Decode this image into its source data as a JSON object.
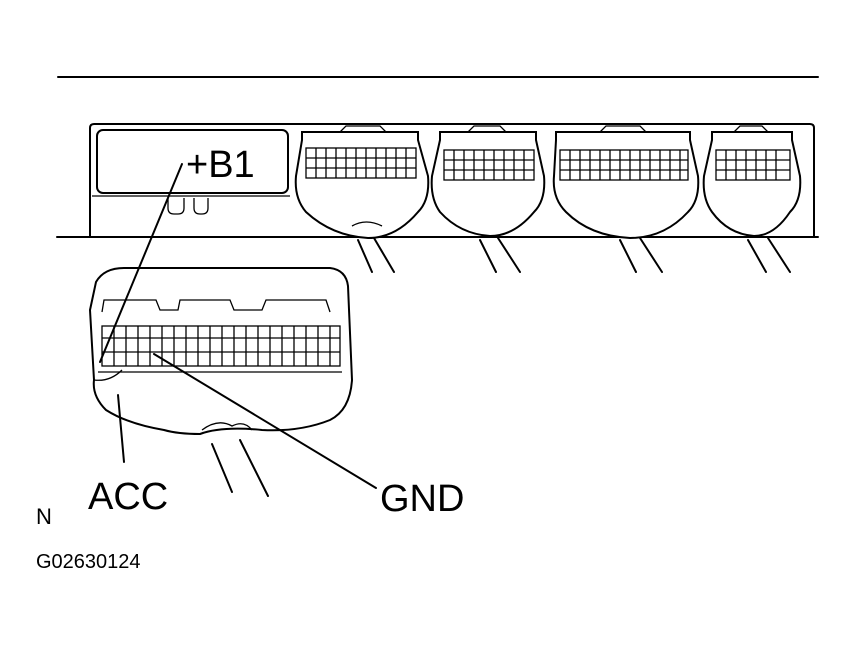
{
  "diagram": {
    "labels": {
      "b1": "+B1",
      "acc": "ACC",
      "gnd": "GND"
    },
    "orientation_mark": "N",
    "figure_code": "G02630124"
  },
  "colors": {
    "ink": "#000000",
    "background": "#ffffff"
  }
}
